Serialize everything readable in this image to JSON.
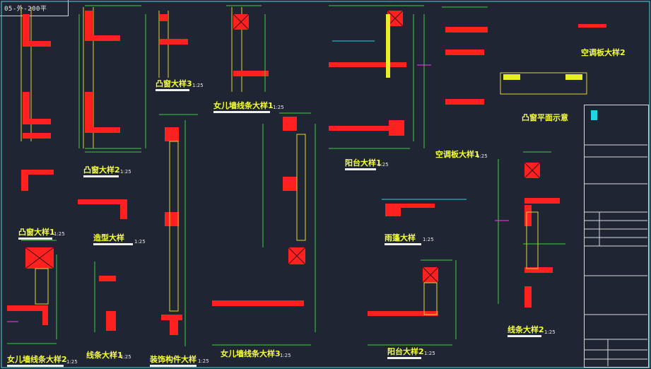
{
  "window": {
    "tab_label": "05-外-200平"
  },
  "labels": {
    "tu_chuang_3": "凸窗大样3",
    "nv_er_qiang_1": "女儿墙线条大样1",
    "yang_tai_1": "阳台大样1",
    "kong_tiao_2": "空调板大样2",
    "tu_chuang_ping_mian": "凸窗平面示意",
    "tu_chuang_2": "凸窗大样2",
    "kong_tiao_1": "空调板大样1",
    "tu_chuang_1": "凸窗大样1",
    "zao_xing": "造型大样",
    "yu_peng": "雨篷大样",
    "nv_er_qiang_2": "女儿墙线条大样2",
    "xian_tiao_1": "线条大样1",
    "zhuang_shi": "装饰构件大样",
    "nv_er_qiang_3": "女儿墙线条大样3",
    "yang_tai_2": "阳台大样2",
    "xian_tiao_2": "线条大样2"
  },
  "scales": {
    "s25": "1:25"
  },
  "colors": {
    "background": "#1f2532",
    "concrete_red": "#ff1f1f",
    "wall_yellow": "#e0d23a",
    "dim_green": "#3ad13a",
    "label_yellow": "#f5ff3a",
    "magenta": "#ff33ff",
    "cyan": "#22d6e0"
  }
}
